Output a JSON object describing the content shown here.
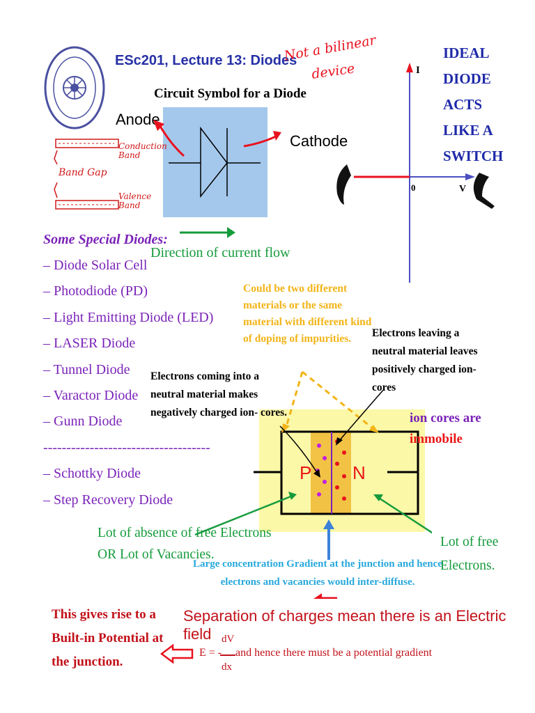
{
  "header": {
    "title": "ESc201, Lecture 13: Diodes",
    "handwritten_note_line1": "Not a bilinear",
    "handwritten_note_line2": "device"
  },
  "ideal_switch": {
    "lines": [
      "IDEAL",
      "DIODE",
      "ACTS",
      "LIKE A",
      "SWITCH"
    ],
    "axis_i": "I",
    "axis_v": "V",
    "origin": "0"
  },
  "circuit": {
    "caption": "Circuit Symbol for a Diode",
    "anode": "Anode",
    "cathode": "Cathode",
    "direction": "Direction of current flow"
  },
  "band_sketch": {
    "conduction": "Conduction Band",
    "gap": "Band Gap",
    "valence": "Valence Band"
  },
  "special_diodes": {
    "title": "Some Special Diodes:",
    "items": [
      "–  Diode Solar Cell",
      "– Photodiode (PD)",
      "– Light Emitting Diode (LED)",
      "– LASER Diode",
      "– Tunnel Diode",
      "– Varactor Diode",
      "– Gunn Diode",
      "------------------------------------",
      "– Schottky Diode",
      "– Step Recovery Diode"
    ]
  },
  "junction": {
    "could_be": "Could be two different materials or the same material with different kind of doping of impurities.",
    "leaving": "Electrons leaving a neutral material leaves positively charged ion-cores",
    "coming": "Electrons coming into a neutral material makes negatively charged ion- cores.",
    "ion_cores_line1": "ion cores are",
    "ion_cores_line2": "immobile",
    "p": "P",
    "n": "N",
    "absence_line1": "Lot of absence of free Electrons",
    "absence_line2": "OR Lot of Vacancies.",
    "free_line1": "Lot of free",
    "free_line2": "Electrons.",
    "gradient": "Large concentration Gradient at the junction and hence electrons and vacancies would inter-diffuse."
  },
  "conclusion": {
    "builtin_lines": [
      "This gives rise to a",
      "Built-in Potential at",
      "the junction."
    ],
    "separation": "Separation of charges mean there is an Electric field",
    "eq_left": "E = -",
    "eq_num": "dV",
    "eq_den": "dx",
    "eq_text": "and hence there must be a potential gradient"
  },
  "colors": {
    "title_blue": "#2630a6",
    "purple": "#7a22b8",
    "green": "#169b3c",
    "red": "#c2121a",
    "yellow_box": "#fbf8a8",
    "diode_box": "#a4c8ec"
  }
}
